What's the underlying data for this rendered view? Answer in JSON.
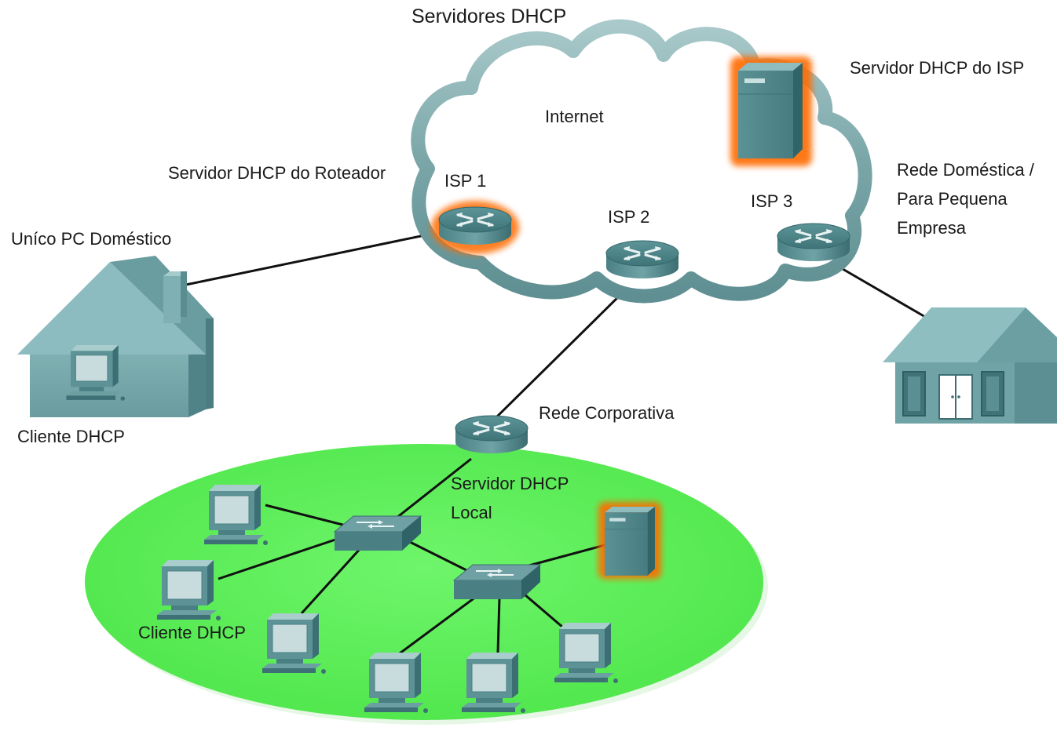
{
  "labels": {
    "title": "Servidores DHCP",
    "internet": "Internet",
    "isp_dhcp_server": "Servidor DHCP do ISP",
    "router_dhcp_server": "Servidor DHCP do Roteador",
    "isp1": "ISP 1",
    "isp2": "ISP 2",
    "isp3": "ISP 3",
    "home_small_business": "Rede Doméstica /\nPara Pequena\nEmpresa",
    "single_home_pc": "Uníco PC Doméstico",
    "dhcp_client_home": "Cliente DHCP",
    "corporate_network": "Rede Corporativa",
    "local_dhcp_server": "Servidor DHCP\nLocal",
    "dhcp_client_lan": "Cliente DHCP"
  },
  "colors": {
    "cloud_outline": "#6f9a9c",
    "cloud_fill": "#ffffff",
    "device_teal": "#4f878b",
    "device_dark": "#2f5f63",
    "device_light": "#8fb7b9",
    "highlight_orange": "#ff6a00",
    "lan_green": "#5ef05a",
    "link_black": "#111111"
  },
  "icons": {
    "cloud": "internet-cloud",
    "router": "router-icon",
    "server": "server-icon",
    "switch": "switch-icon",
    "pc": "pc-icon",
    "house": "house-icon",
    "office": "office-building-icon"
  }
}
